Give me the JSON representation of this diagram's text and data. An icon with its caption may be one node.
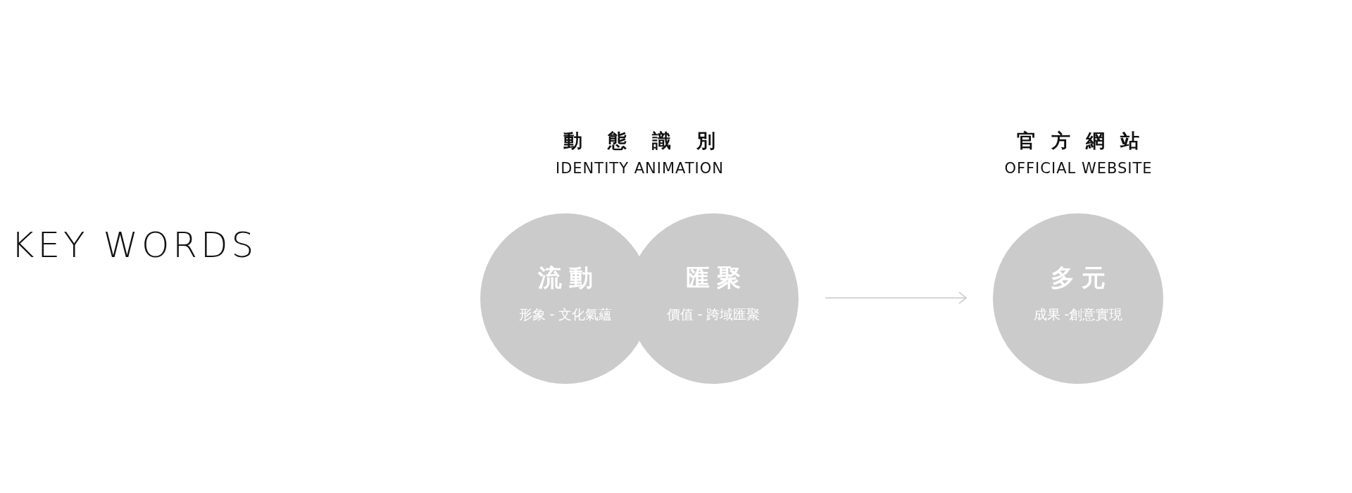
{
  "diagram": {
    "nodes": [
      {
        "text": [
          "流動",
          "形象 - 文化氣蘊"
        ]
      },
      {
        "text": [
          "匯聚",
          "價值 - 跨域匯聚"
        ]
      },
      {
        "text": [
          "多元",
          "成果 -創意實現"
        ]
      }
    ],
    "edges": [
      {
        "from": 1,
        "to": 2,
        "arrow": "to"
      }
    ],
    "labels": [
      "KEY WORDS",
      "動態識別",
      "IDENTITY ANIMATION",
      "官方網站",
      "OFFICIAL WEBSITE"
    ]
  }
}
